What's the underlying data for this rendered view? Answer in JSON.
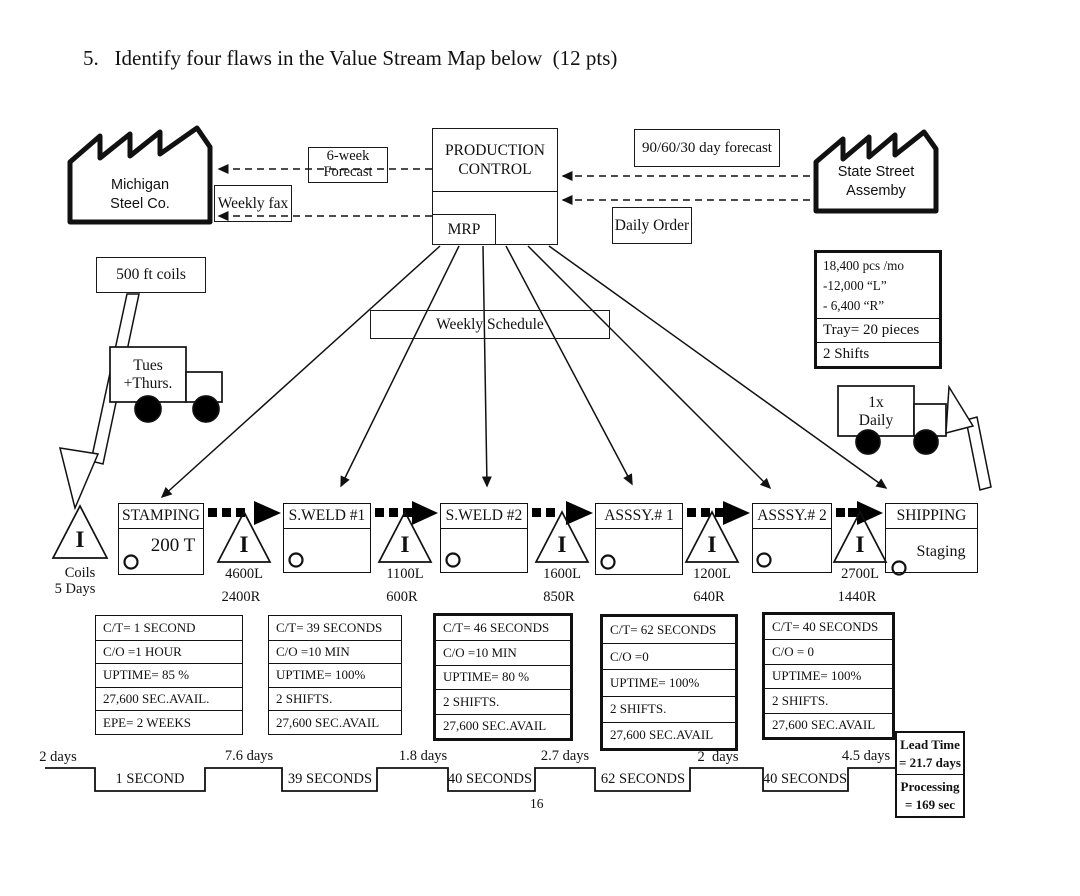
{
  "title": "5.   Identify four flaws in the Value Stream Map below  (12 pts)",
  "page_number": "16",
  "information_flow": {
    "supplier_name": "Michigan\nSteel Co.",
    "customer_name": "State Street\nAssemby",
    "six_week_forecast": "6-week\nForecast",
    "weekly_fax": "Weekly fax",
    "day_forecast": "90/60/30 day forecast",
    "daily_order": "Daily Order",
    "production_control": "PRODUCTION\nCONTROL",
    "mrp": "MRP",
    "weekly_schedule": "Weekly Schedule"
  },
  "supply": {
    "coil_note": "500 ft coils",
    "supplier_truck": "Tues\n+Thurs.",
    "customer_truck": "1x\nDaily",
    "demand_box": {
      "monthly": "18,400 pcs /mo",
      "left_qty": "-12,000 “L”",
      "right_qty": "- 6,400 “R”",
      "tray": "Tray= 20 pieces",
      "shifts": "2 Shifts"
    }
  },
  "processes": [
    {
      "name": "STAMPING",
      "note": "200 T"
    },
    {
      "name": "S.WELD #1",
      "note": ""
    },
    {
      "name": "S.WELD #2",
      "note": ""
    },
    {
      "name": "ASSSY.# 1",
      "note": ""
    },
    {
      "name": "ASSSY.# 2",
      "note": ""
    },
    {
      "name": "SHIPPING",
      "note": "Staging"
    }
  ],
  "inventories": [
    {
      "symbol": "I",
      "top": "Coils",
      "bottom": "5 Days"
    },
    {
      "symbol": "I",
      "top": "4600L",
      "bottom": "2400R"
    },
    {
      "symbol": "I",
      "top": "1100L",
      "bottom": "600R"
    },
    {
      "symbol": "I",
      "top": "1600L",
      "bottom": "850R"
    },
    {
      "symbol": "I",
      "top": "1200L",
      "bottom": "640R"
    },
    {
      "symbol": "I",
      "top": "2700L",
      "bottom": "1440R"
    }
  ],
  "data_boxes": [
    {
      "rows": [
        "C/T= 1 SECOND",
        "C/O =1 HOUR",
        "UPTIME= 85 %",
        "27,600 SEC.AVAIL.",
        "EPE= 2 WEEKS"
      ]
    },
    {
      "rows": [
        "C/T= 39 SECONDS",
        "C/O =10 MIN",
        "UPTIME= 100%",
        "2 SHIFTS.",
        "27,600 SEC.AVAIL"
      ]
    },
    {
      "rows": [
        "C/T= 46 SECONDS",
        "C/O =10 MIN",
        "UPTIME= 80 %",
        "2 SHIFTS.",
        "27,600 SEC.AVAIL"
      ]
    },
    {
      "rows": [
        "C/T= 62 SECONDS",
        "C/O =0",
        "UPTIME= 100%",
        "2 SHIFTS.",
        "27,600 SEC.AVAIL"
      ]
    },
    {
      "rows": [
        "C/T= 40 SECONDS",
        "C/O = 0",
        "UPTIME= 100%",
        "2 SHIFTS.",
        "27,600 SEC.AVAIL"
      ]
    }
  ],
  "timeline": {
    "waits": [
      "2 days",
      "7.6 days",
      "1.8 days",
      "2.7 days",
      "2  days",
      "4.5 days"
    ],
    "steps": [
      "1 SECOND",
      "39 SECONDS",
      "40 SECONDS",
      "62 SECONDS",
      "40 SECONDS"
    ],
    "lead_time": "Lead Time\n= 21.7 days",
    "processing": "Processing\n= 169 sec"
  }
}
